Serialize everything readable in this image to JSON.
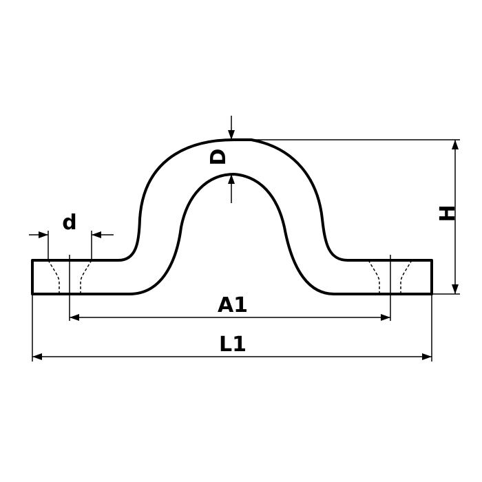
{
  "labels": {
    "d": "d",
    "D": "D",
    "H": "H",
    "A1": "A1",
    "L1": "L1"
  },
  "colors": {
    "line": "#000000",
    "background": "#ffffff"
  }
}
